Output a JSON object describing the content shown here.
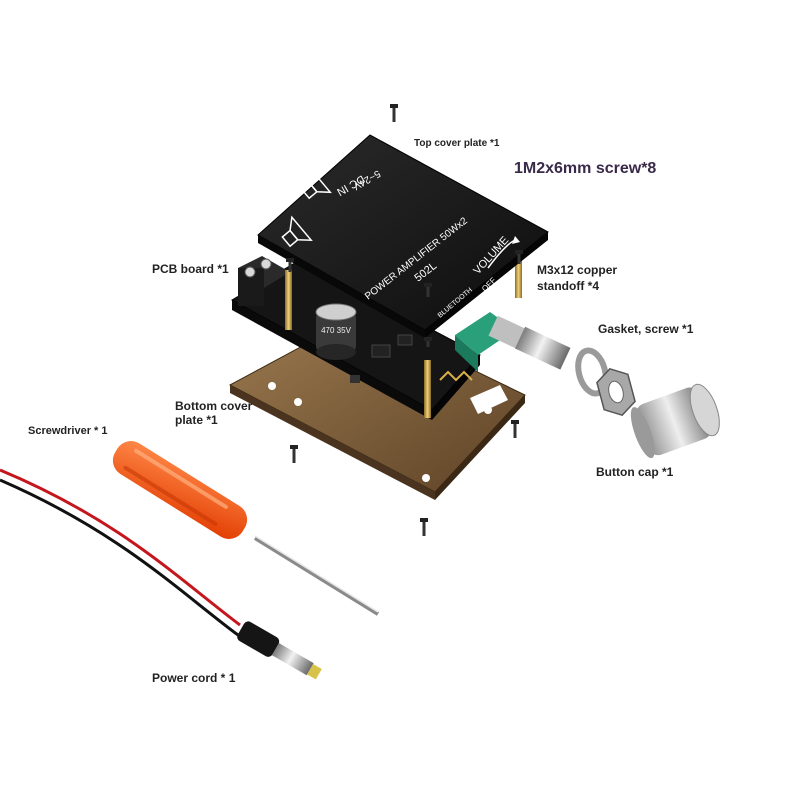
{
  "labels": {
    "top_cover": "Top cover plate *1",
    "screws": "1M2x6mm screw*8",
    "pcb": "PCB board *1",
    "standoff_line1": "M3x12 copper",
    "standoff_line2": "standoff *4",
    "gasket": "Gasket, screw *1",
    "bottom_line1": "Bottom cover",
    "bottom_line2": "plate *1",
    "screwdriver": "Screwdriver * 1",
    "button_cap": "Button cap *1",
    "power_cord": "Power cord * 1"
  },
  "board_print": {
    "dc_in": "DC IN",
    "voltage": "5~24V",
    "title": "POWER AMPLIFIER 50Wx2",
    "model": "502L",
    "volume": "VOLUME",
    "off": "OFF",
    "bluetooth": "BLUETOOTH",
    "capacitor": "470 35V"
  },
  "colors": {
    "board": "#1c1c1c",
    "plate": "#7a5a35",
    "brass": "#c9a548",
    "handle": "#ff5a1a",
    "cable_red": "#c4161c",
    "knob": "#b8b8b8"
  }
}
